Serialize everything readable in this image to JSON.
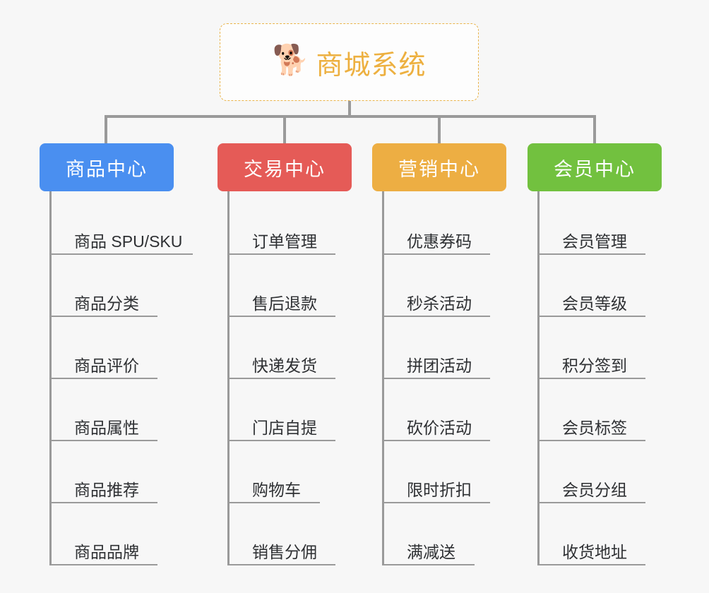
{
  "diagram": {
    "type": "organization-tree",
    "background_color": "#f7f7f7",
    "connector_color": "#9a9a9a",
    "root": {
      "icon": "shiba-dog-face-emoji",
      "icon_glyph": "🐕",
      "title": "商城系统",
      "text_color": "#edb040",
      "border_color": "#e9b44c",
      "border_style": "dashed",
      "background_color": "#fdfdfd"
    },
    "categories": [
      {
        "label": "商品中心",
        "color": "#4a8ff0",
        "items": [
          {
            "label": "商品 SPU/SKU",
            "underline_width": 200
          },
          {
            "label": "商品分类",
            "underline_width": 150
          },
          {
            "label": "商品评价",
            "underline_width": 150
          },
          {
            "label": "商品属性",
            "underline_width": 150
          },
          {
            "label": "商品推荐",
            "underline_width": 150
          },
          {
            "label": "商品品牌",
            "underline_width": 150
          }
        ]
      },
      {
        "label": "交易中心",
        "color": "#e55b57",
        "items": [
          {
            "label": "订单管理",
            "underline_width": 150
          },
          {
            "label": "售后退款",
            "underline_width": 150
          },
          {
            "label": "快递发货",
            "underline_width": 150
          },
          {
            "label": "门店自提",
            "underline_width": 150
          },
          {
            "label": "购物车",
            "underline_width": 128
          },
          {
            "label": "销售分佣",
            "underline_width": 150
          }
        ]
      },
      {
        "label": "营销中心",
        "color": "#edae43",
        "items": [
          {
            "label": "优惠券码",
            "underline_width": 150
          },
          {
            "label": "秒杀活动",
            "underline_width": 150
          },
          {
            "label": "拼团活动",
            "underline_width": 150
          },
          {
            "label": "砍价活动",
            "underline_width": 150
          },
          {
            "label": "限时折扣",
            "underline_width": 150
          },
          {
            "label": "满减送",
            "underline_width": 128
          }
        ]
      },
      {
        "label": "会员中心",
        "color": "#72c13f",
        "items": [
          {
            "label": "会员管理",
            "underline_width": 150
          },
          {
            "label": "会员等级",
            "underline_width": 150
          },
          {
            "label": "积分签到",
            "underline_width": 150
          },
          {
            "label": "会员标签",
            "underline_width": 150
          },
          {
            "label": "会员分组",
            "underline_width": 150
          },
          {
            "label": "收货地址",
            "underline_width": 150
          }
        ]
      }
    ]
  }
}
